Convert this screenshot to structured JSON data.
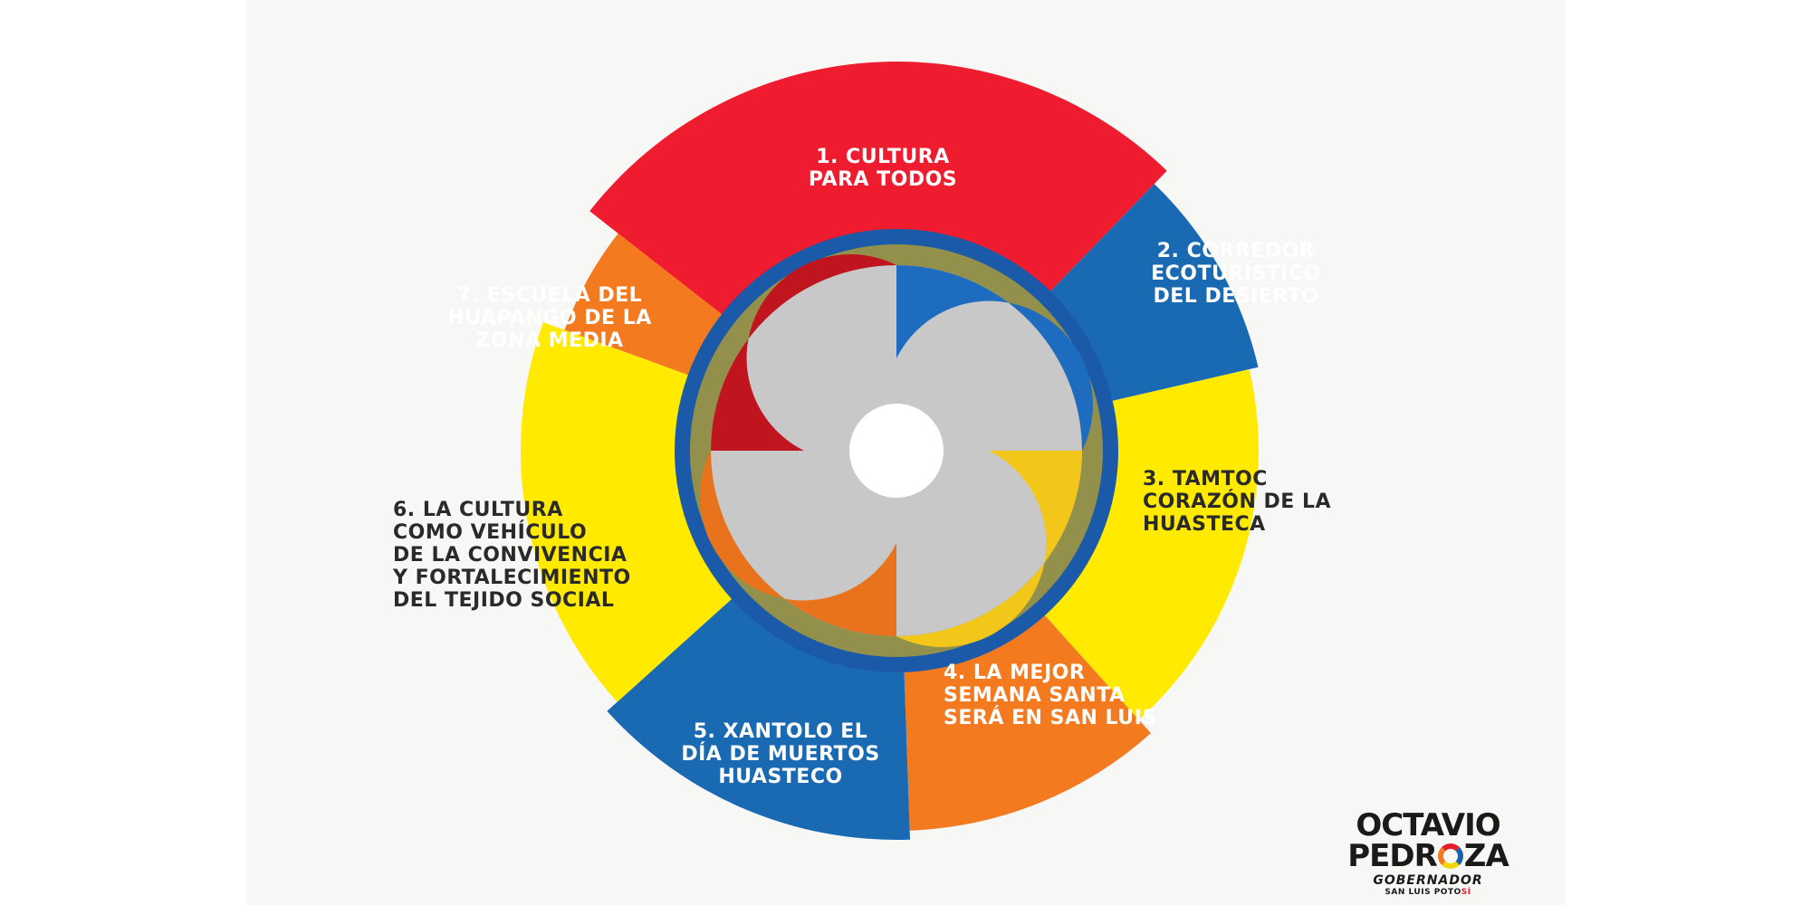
{
  "segments": [
    {
      "lines": [
        "1. CULTURA",
        "PARA TODOS"
      ],
      "color": "#ee1c2e",
      "text_color": "#ffffff"
    },
    {
      "lines": [
        "2. CORREDOR",
        "ECOTURÍSTICO",
        "DEL DESIERTO"
      ],
      "color": "#1a6ab3",
      "text_color": "#ffffff"
    },
    {
      "lines": [
        "3. TAMTOC",
        "CORAZÓN DE LA",
        "HUASTECA"
      ],
      "color": "#ffea00",
      "text_color": "#2a2a2a"
    },
    {
      "lines": [
        "4. LA MEJOR",
        "SEMANA SANTA",
        "SERÁ EN SAN LUIS"
      ],
      "color": "#f47a20",
      "text_color": "#ffffff"
    },
    {
      "lines": [
        "5. XANTOLO EL",
        "DÍA DE MUERTOS",
        "HUASTECO"
      ],
      "color": "#1a6ab3",
      "text_color": "#ffffff"
    },
    {
      "lines": [
        "6. LA CULTURA",
        "COMO VEHÍCULO",
        "DE LA CONVIVENCIA",
        "Y FORTALECIMIENTO",
        "DEL TEJIDO SOCIAL"
      ],
      "color": "#ffea00",
      "text_color": "#2a2a2a"
    },
    {
      "lines": [
        "7. ESCUELA DEL",
        "HUAPANGO DE LA",
        "ZONA MEDIA"
      ],
      "color": "#f47a20",
      "text_color": "#ffffff"
    }
  ],
  "logo": {
    "name_line1": "OCTAVIO",
    "name_line2_pre": "PEDR",
    "name_line2_post": "ZA",
    "role": "GOBERNADOR",
    "place_main": "SAN LUIS POTO",
    "place_accent": "SÍ"
  }
}
